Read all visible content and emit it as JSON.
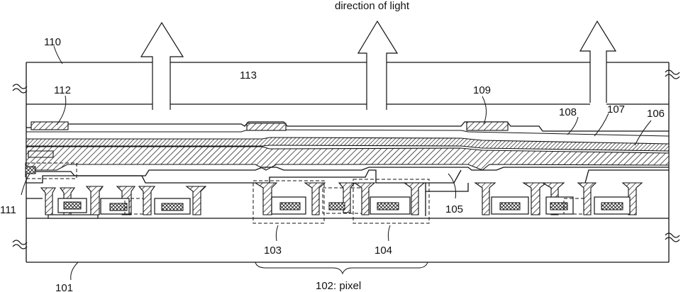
{
  "labels": {
    "direction": "direction of light",
    "l110": "110",
    "l112": "112",
    "l113": "113",
    "l109": "109",
    "l108": "108",
    "l107": "107",
    "l106": "106",
    "l111": "111",
    "l105": "105",
    "l103": "103",
    "l104": "104",
    "l101": "101",
    "pixel": "102: pixel"
  }
}
